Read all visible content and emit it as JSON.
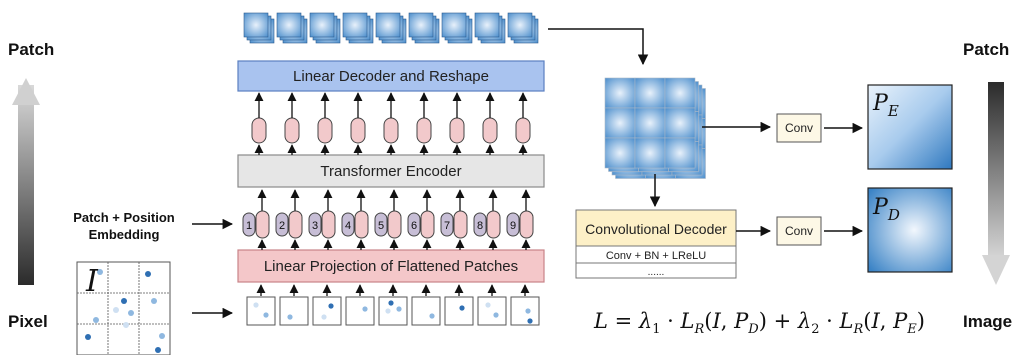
{
  "labels": {
    "patch_left": "Patch",
    "pixel_left": "Pixel",
    "patch_right": "Patch",
    "image_right": "Image",
    "embedding_line1": "Patch + Position",
    "embedding_line2": "Embedding",
    "linear_decoder": "Linear Decoder and Reshape",
    "transformer_encoder": "Transformer Encoder",
    "linear_projection": "Linear Projection of Flattened Patches",
    "conv_decoder": "Convolutional Decoder",
    "conv_decoder_row1": "Conv + BN + LReLU",
    "conv_decoder_row2": "......",
    "conv_top": "Conv",
    "conv_bottom": "Conv",
    "input_image": "I",
    "pe_base": "P",
    "pe_sub": "E",
    "pd_base": "P",
    "pd_sub": "D"
  },
  "position_ids": [
    "1",
    "2",
    "3",
    "4",
    "5",
    "6",
    "7",
    "8",
    "9"
  ],
  "formula": {
    "lhs": "L",
    "eq": " = ",
    "lambda": "λ",
    "one": "1",
    "two": "2",
    "dot": " · ",
    "L": "L",
    "R": "R",
    "open": "(",
    "I": "I",
    "comma": ", ",
    "P": "P",
    "D": "D",
    "E": "E",
    "close": ")",
    "plus": " + "
  },
  "colors": {
    "decoder_fill": "#a9c3ef",
    "decoder_stroke": "#5a7fc0",
    "encoder_fill": "#e6e6e6",
    "encoder_stroke": "#8a8a8a",
    "projection_fill": "#f4c7c9",
    "projection_stroke": "#c88488",
    "token_fill": "#f2c9cb",
    "posid_fill": "#c7bed6",
    "conv_decoder_fill": "#fdf0c7",
    "patch_blue_dark": "#3b7ec1",
    "patch_blue_light": "#dceaf7"
  }
}
